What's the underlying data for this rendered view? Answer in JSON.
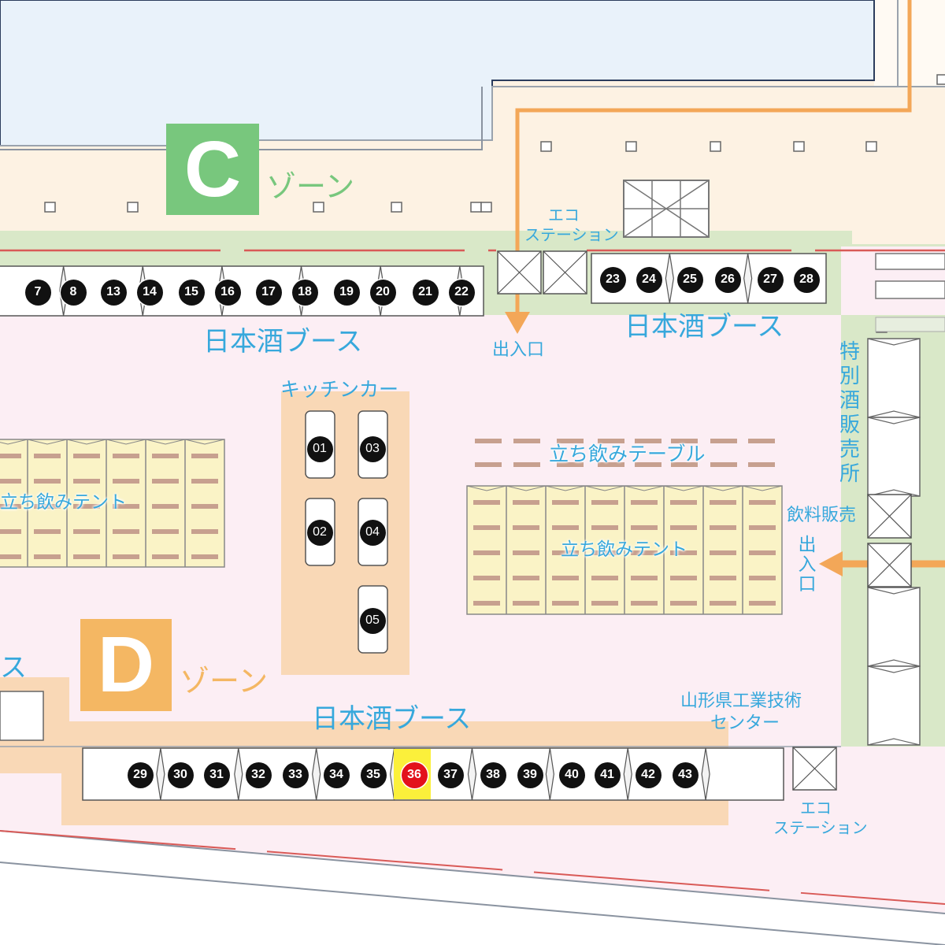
{
  "zones": {
    "c": {
      "letter": "C",
      "word": "ゾーン",
      "color": "#78c77d"
    },
    "d": {
      "letter": "D",
      "word": "ゾーン",
      "color": "#f4b763"
    }
  },
  "labels": {
    "sake_booth_top_left": "日本酒ブース",
    "sake_booth_top_right": "日本酒ブース",
    "sake_booth_bottom": "日本酒ブース",
    "sake_booth_edge_fragment": "ス",
    "kitchen_car": "キッチンカー",
    "standing_tables": "立ち飲みテーブル",
    "standing_tent_left": "立ち飲みテント",
    "standing_tent_right": "立ち飲みテント",
    "eco_station_top_line1": "エコ",
    "eco_station_top_line2": "ステーション",
    "eco_station_bottom_line1": "エコ",
    "eco_station_bottom_line2": "ステーション",
    "entrance_top": "出入口",
    "entrance_right_vertical": "出\n入\n口",
    "special_sake_sales_vertical": "特\n別\n酒\n販\n売\n所",
    "beverage_sales": "飲料販売",
    "industrial_center_line1": "山形県工業技術",
    "industrial_center_line2": "センター"
  },
  "booths_top_left": [
    "7",
    "8",
    "13",
    "14",
    "15",
    "16",
    "17",
    "18",
    "19",
    "20",
    "21",
    "22"
  ],
  "booths_top_right": [
    "23",
    "24",
    "25",
    "26",
    "27",
    "28"
  ],
  "booths_bottom": [
    "29",
    "30",
    "31",
    "32",
    "33",
    "34",
    "35",
    "36",
    "37",
    "38",
    "39",
    "40",
    "41",
    "42",
    "43"
  ],
  "highlighted_booth": "36",
  "kitchen_cars": [
    "01",
    "02",
    "03",
    "04",
    "05"
  ],
  "colors": {
    "background": "#ffffff",
    "building": "#e9f2fa",
    "zone_c_area": "#fdf2e3",
    "green_area": "#d9e8c8",
    "event_area": "#fceef4",
    "kitchen_area": "#f9d8b6",
    "tent": "#faf3c6",
    "table": "#c7a08f",
    "path_arrow": "#f3a758",
    "label_blue": "#37a8dc",
    "booth_marker": "#111111",
    "highlight_marker": "#e3111b",
    "highlight_cell": "#fbf03b"
  }
}
